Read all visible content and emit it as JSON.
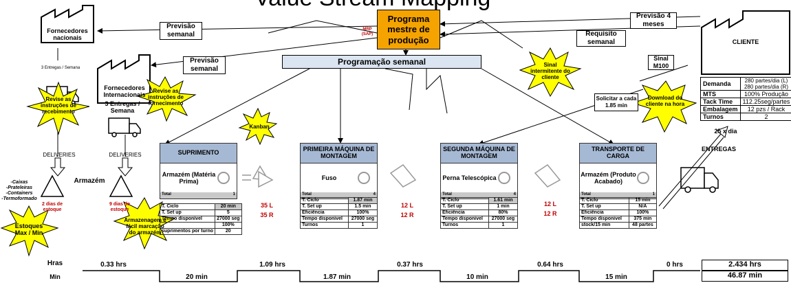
{
  "title": "Value Stream Mapping",
  "pmp": {
    "label": "Programa mestre de produção",
    "mrp": "MRP (SAP)"
  },
  "prog_semanal": "Programação semanal",
  "fornecedores_nacionais": "Fornecedores nacionais",
  "fornecedores_internacionais": "Fornecedores Internacionais",
  "cliente": "CLIENTE",
  "info": {
    "previsao_1": "Previsão semanal",
    "previsao_2": "Previsão semanal",
    "previsao_4": "Previsão 4 meses",
    "requisito": "Requisito semanal",
    "sinal": "Sinal M100",
    "solicitar": "Solicitar a cada 1.85 min"
  },
  "entregas": {
    "nac": "3 Entregas / Semana",
    "int": "3 Entregas / Semana",
    "deliveries_1": "DELIVERIES",
    "deliveries_2": "DELIVERIES",
    "cliente": "ENTREGAS",
    "freq": "25 x dia"
  },
  "bursts": {
    "revise_receb": "Revise as instruções de recebimento",
    "revise_forn": "Revise as instruções de fornecimento",
    "kanban": "Kanban",
    "sinal_interm": "Sinal intermitente do cliente",
    "download": "Download do cliente na hora",
    "estoques": "Estoques Max / Min",
    "armazenagem": "Armazenagem e fácil marcação do armazém"
  },
  "armazem": {
    "label": "Armazém",
    "items": "-Caixas\n-Prateleiras\n-Containers\n-Termoformado",
    "inv1": "2 dias de estoque",
    "inv2": "9 dias de estoque"
  },
  "kanban_counts": [
    {
      "l": "35  L",
      "r": "35  R"
    },
    {
      "l": "12  L",
      "r": "12  R"
    },
    {
      "l": "12 L",
      "r": "12 R"
    }
  ],
  "processes": [
    {
      "title": "SUPRIMENTO",
      "body": "Armazém (Matéria Prima)",
      "total_label": "Total",
      "total": "1",
      "rows": [
        [
          "T. Ciclo",
          "20 min"
        ],
        [
          "T. Set up",
          "5"
        ],
        [
          "Tempo disponível",
          "27000 seg"
        ],
        [
          "",
          "100%"
        ],
        [
          "suprimentos por turno",
          "20"
        ]
      ]
    },
    {
      "title": "PRIMEIRA MÁQUINA DE MONTAGEM",
      "body": "Fuso",
      "total_label": "Total",
      "total": "4",
      "rows": [
        [
          "T. Ciclo",
          "1.87 min"
        ],
        [
          "T. Set up",
          "1.5 min"
        ],
        [
          "Eficiência",
          "100%"
        ],
        [
          "Tempo disponivel",
          "27000 seg"
        ],
        [
          "Turnos",
          "1"
        ]
      ]
    },
    {
      "title": "SEGUNDA MÁQUINA DE MONTAGEM",
      "body": "Perna Telescópica",
      "total_label": "Total",
      "total": "4",
      "rows": [
        [
          "T. Ciclo",
          "1.61 min"
        ],
        [
          "T. Set up",
          "1 min"
        ],
        [
          "Eficiência",
          "80%"
        ],
        [
          "Tempo disponivel",
          "27000 seg"
        ],
        [
          "Turnos",
          "1"
        ]
      ]
    },
    {
      "title": "TRANSPORTE DE CARGA",
      "body": "Armazém (Produto Acabado)",
      "total_label": "Total",
      "total": "1",
      "rows": [
        [
          "T. Ciclo",
          "15 min"
        ],
        [
          "T. Set up",
          "N/A"
        ],
        [
          "Eficiência",
          "100%"
        ],
        [
          "Tempo disponivel",
          "375 min"
        ],
        [
          "stock/15 min",
          "48 partes"
        ]
      ]
    }
  ],
  "demand": [
    [
      "Demanda",
      "280 partes/dia (L)\n280 partes/dia (R)"
    ],
    [
      "MTS",
      "100% Produção"
    ],
    [
      "Tack Time",
      "112.25seg/partes"
    ],
    [
      "Embalagem",
      "12 pzs / Rack"
    ],
    [
      "Turnos",
      "2"
    ]
  ],
  "timeline": {
    "hras_label": "Hras",
    "min_label": "Min",
    "upper": [
      "0.33 hrs",
      "1.09 hrs",
      "0.37 hrs",
      "0.64 hrs",
      "0 hrs"
    ],
    "lower": [
      "20 min",
      "1.87 min",
      "10 min",
      "15 min"
    ],
    "total_hrs": "2.434 hrs",
    "total_min": "46.87 min"
  },
  "colors": {
    "pmp": "#f5a300",
    "burst": "#ffff00",
    "proc_header": "#a6b9d4",
    "prog_bg": "#dbe5f1",
    "red": "#c00000"
  }
}
